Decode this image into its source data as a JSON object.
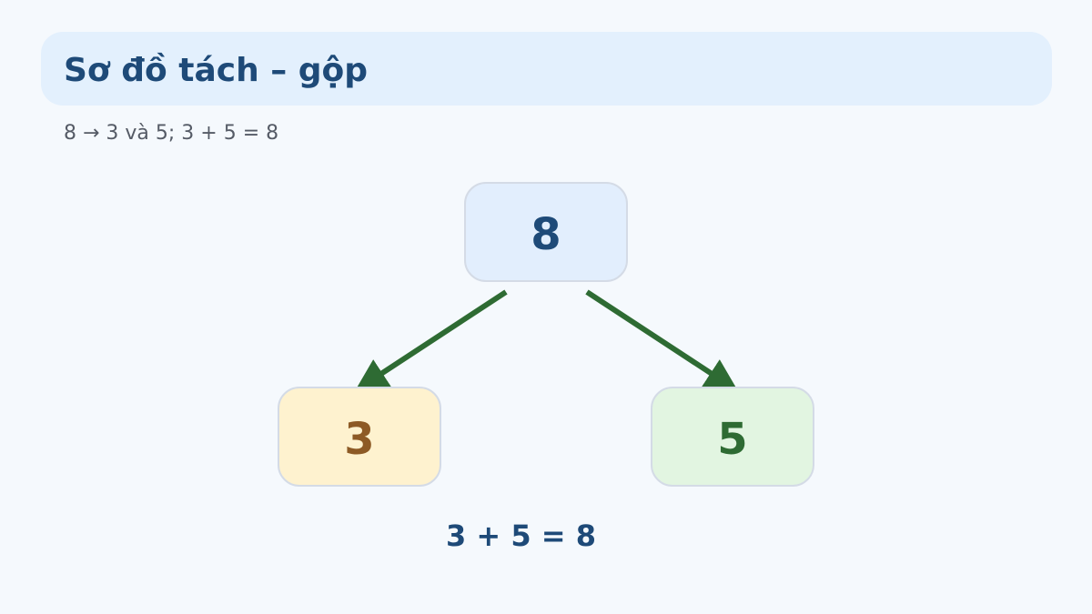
{
  "header": {
    "title": "Sơ đồ tách – gộp"
  },
  "subtitle": "8 → 3 và 5; 3 + 5 = 8",
  "diagram": {
    "whole": "8",
    "part_left": "3",
    "part_right": "5",
    "equation": "3 + 5 = 8"
  },
  "colors": {
    "arrow": "#2e6b33",
    "title": "#1e4a78",
    "whole_fill": "#e2eefd",
    "left_fill": "#fef2cf",
    "right_fill": "#e2f5e1"
  }
}
